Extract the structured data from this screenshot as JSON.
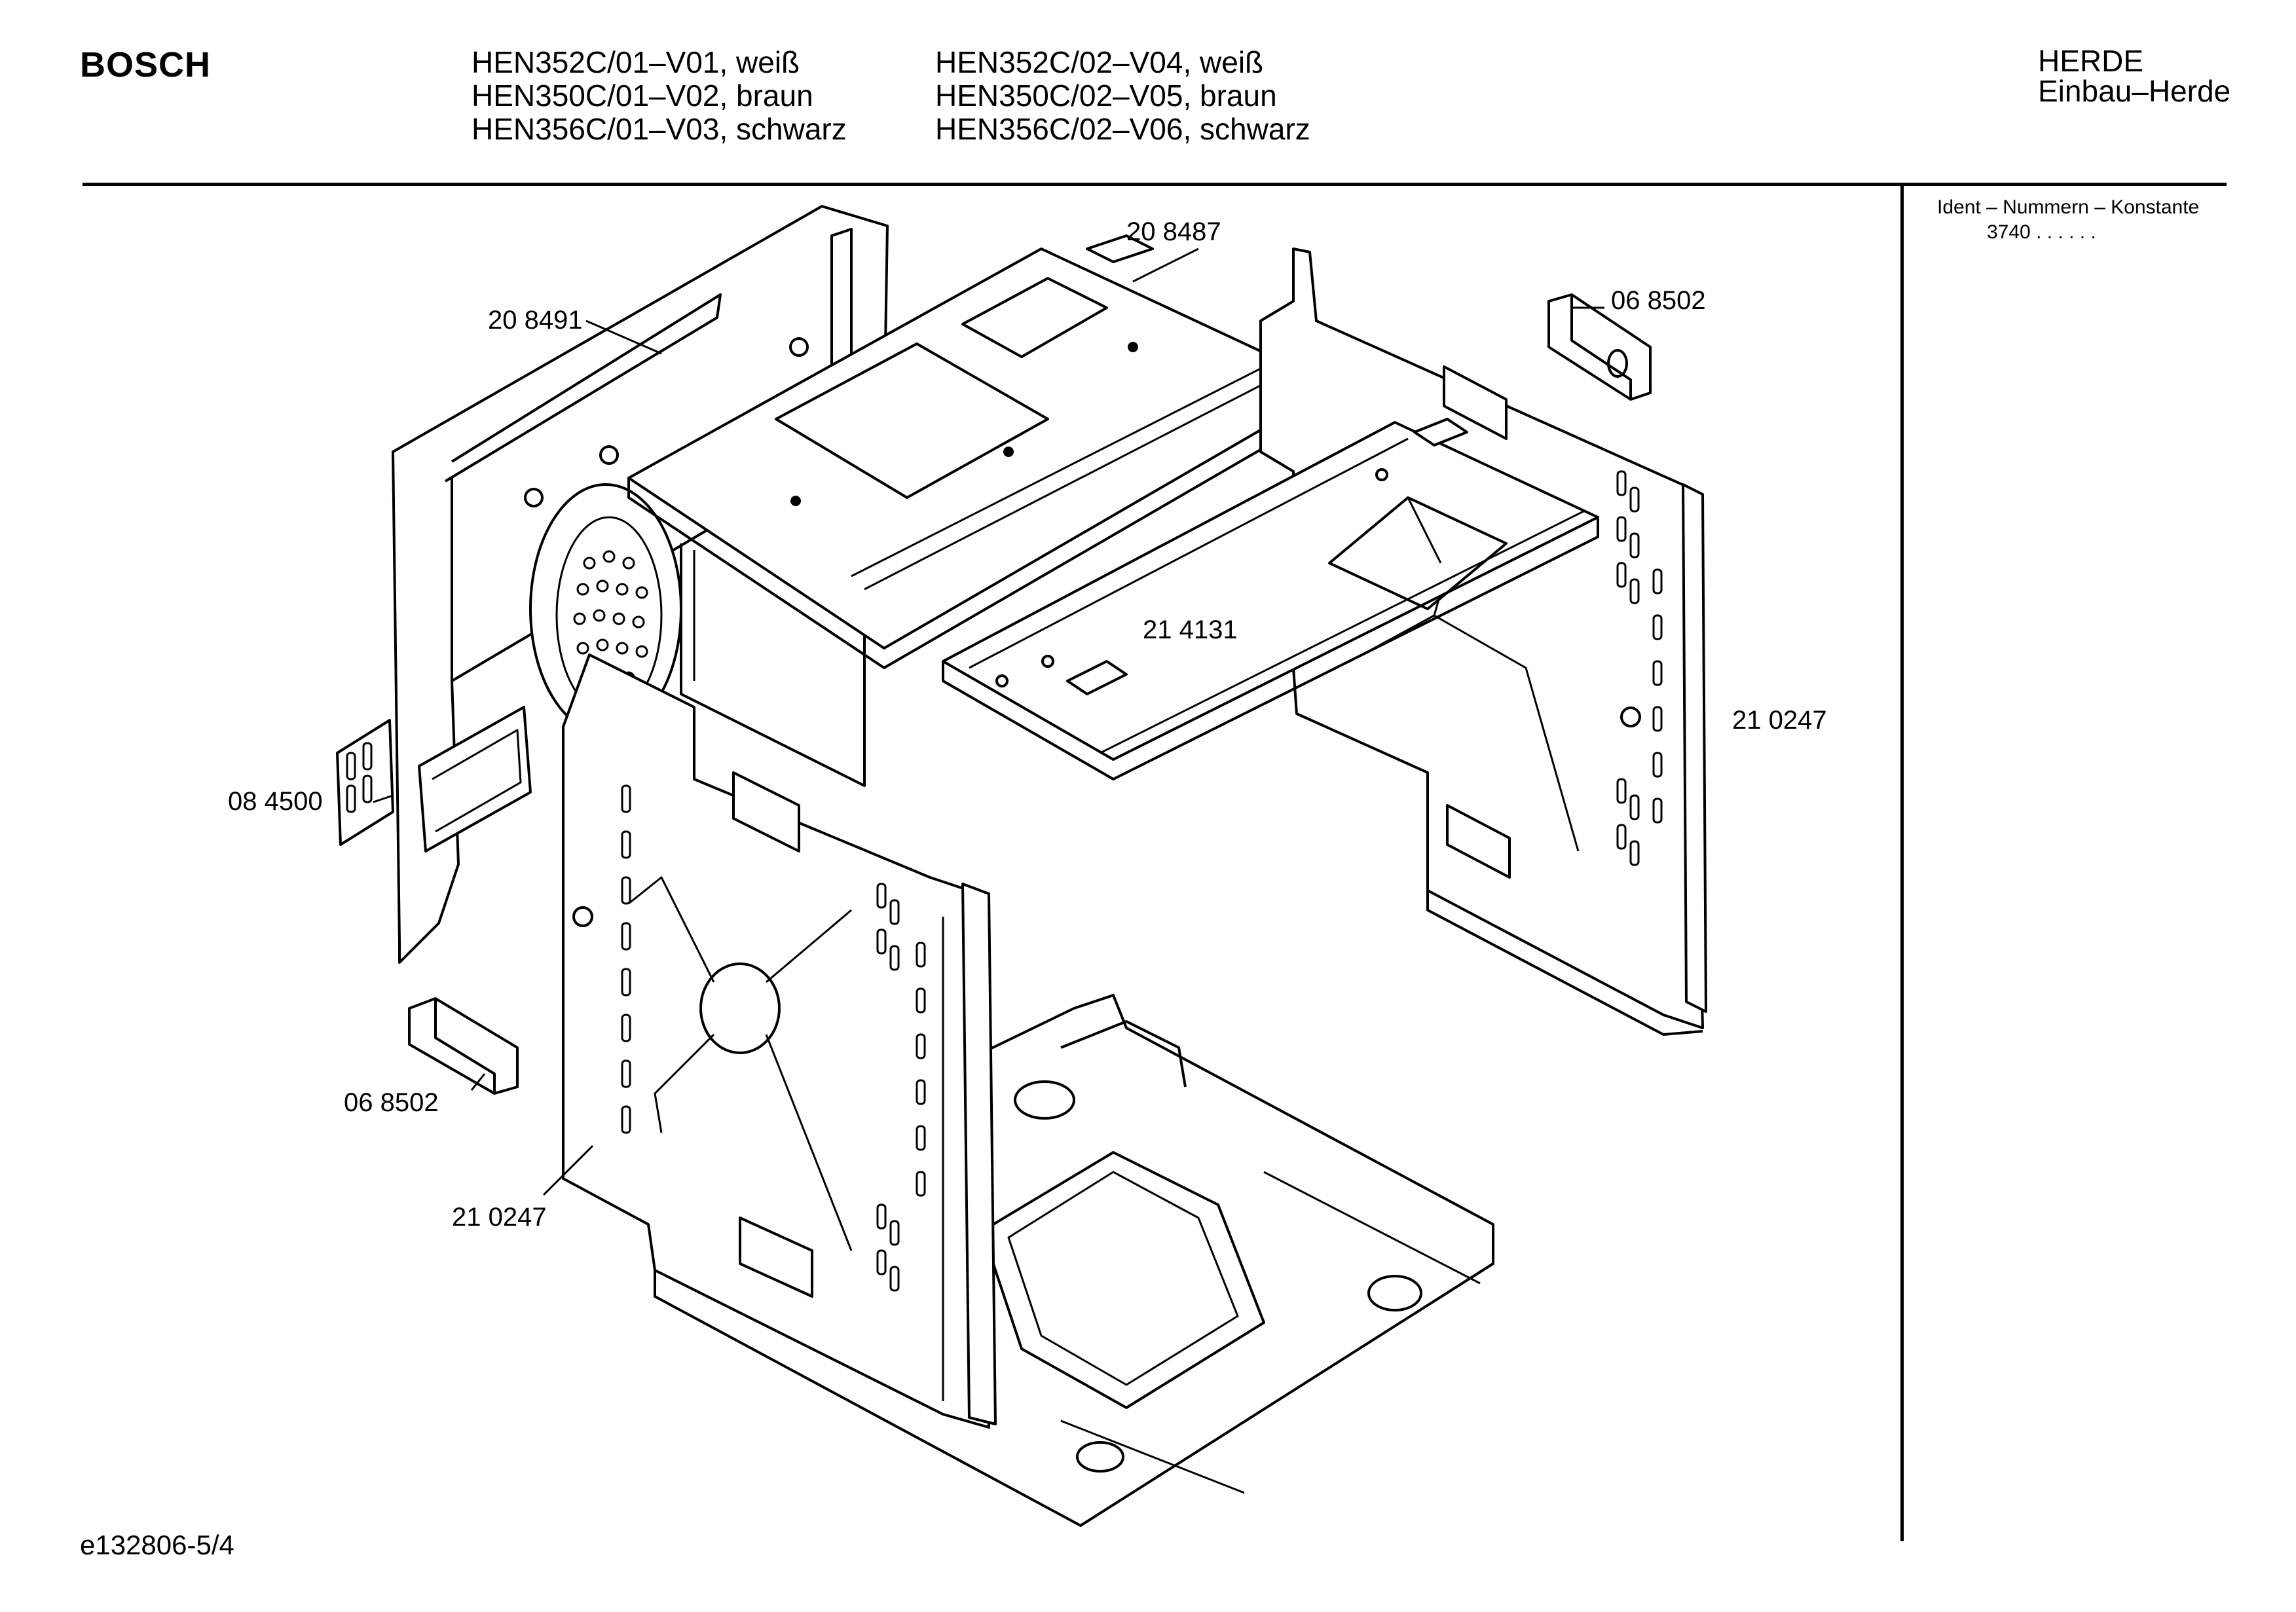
{
  "header": {
    "brand": "BOSCH",
    "models_left": [
      "HEN352C/01–V01, weiß",
      "HEN350C/01–V02, braun",
      "HEN356C/01–V03, schwarz"
    ],
    "models_right": [
      "HEN352C/02–V04, weiß",
      "HEN350C/02–V05, braun",
      "HEN356C/02–V06, schwarz"
    ],
    "category": "HERDE",
    "subcategory": "Einbau–Herde"
  },
  "sidebar": {
    "ident_label": "Ident – Nummern – Konstante",
    "ident_value": "3740 . .   . . . ."
  },
  "diagram": {
    "part_labels": [
      {
        "id": "top-rear-panel",
        "text": "20 8491"
      },
      {
        "id": "oven-ceiling",
        "text": "20 8487"
      },
      {
        "id": "handle-right",
        "text": "06 8502"
      },
      {
        "id": "rail-tray",
        "text": "21 4131"
      },
      {
        "id": "side-wall-right",
        "text": "21 0247"
      },
      {
        "id": "fan-cover",
        "text": "08 4500"
      },
      {
        "id": "handle-left",
        "text": "06 8502"
      },
      {
        "id": "side-wall-left",
        "text": "21 0247"
      }
    ]
  },
  "footer": {
    "reference": "e132806-5/4"
  }
}
